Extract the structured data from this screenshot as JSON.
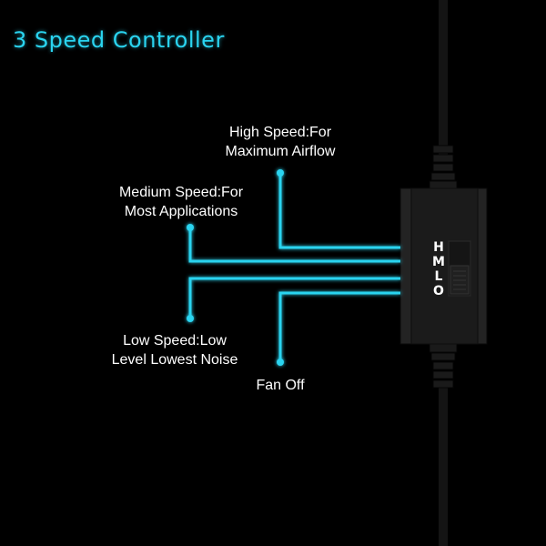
{
  "title": "3 Speed Controller",
  "labels": {
    "high": [
      "High Speed:For",
      "Maximum Airflow"
    ],
    "medium": [
      "Medium Speed:For",
      "Most Applications"
    ],
    "low": [
      "Low Speed:Low",
      "Level Lowest Noise"
    ],
    "off": [
      "Fan Off"
    ]
  },
  "switch_positions": [
    "H",
    "M",
    "L",
    "O"
  ],
  "colors": {
    "accent": "#2ad4f0",
    "background": "#000000",
    "controller": "#1c1c1c"
  }
}
